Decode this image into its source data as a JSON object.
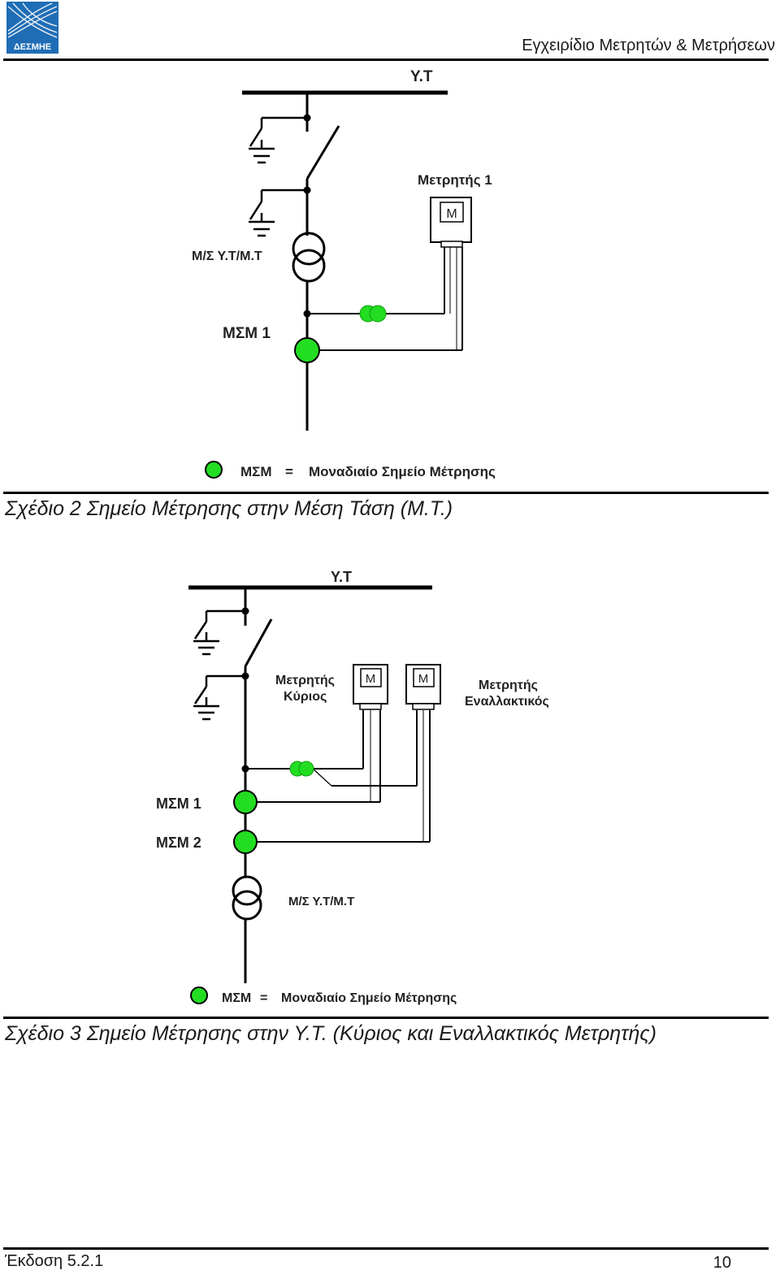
{
  "header": {
    "logo_text": "ΔΕΣΜΗΕ",
    "title": "Εγχειρίδιο Μετρητών & Μετρήσεων"
  },
  "diagram1": {
    "bus_label": "Υ.Τ",
    "meter_label": "Μετρητής  1",
    "meter_symbol": "M",
    "transformer_label": "Μ/Σ Υ.Τ/Μ.Τ",
    "msm1_label": "ΜΣΜ  1",
    "legend_key": "ΜΣΜ",
    "legend_eq": "=",
    "legend_text": "Μοναδιαίο Σημείο Μέτρησης",
    "caption": "Σχέδιο 2 Σημείο Μέτρησης στην Μέση Τάση (Μ.Τ.)"
  },
  "diagram2": {
    "bus_label": "Υ.Τ",
    "main_meter_line1": "Μετρητής",
    "main_meter_line2": "Κύριος",
    "meter_symbol_main": "M",
    "meter_symbol_alt": "M",
    "alt_meter_line1": "Μετρητής",
    "alt_meter_line2": "Εναλλακτικός",
    "msm1_label": "ΜΣΜ  1",
    "msm2_label": "ΜΣΜ  2",
    "transformer_label": "Μ/Σ Υ.Τ/Μ.Τ",
    "legend_key": "ΜΣΜ",
    "legend_eq": "=",
    "legend_text": "Μοναδιαίο Σημείο Μέτρησης",
    "caption": "Σχέδιο 3 Σημείο Μέτρησης στην Υ.Τ. (Κύριος και Εναλλακτικός Μετρητής)"
  },
  "footer": {
    "version": "Έκδοση 5.2.1",
    "page": "10"
  },
  "colors": {
    "logo_blue": "#1f6db5",
    "msm_green": "#22dd22",
    "line": "#000000"
  }
}
